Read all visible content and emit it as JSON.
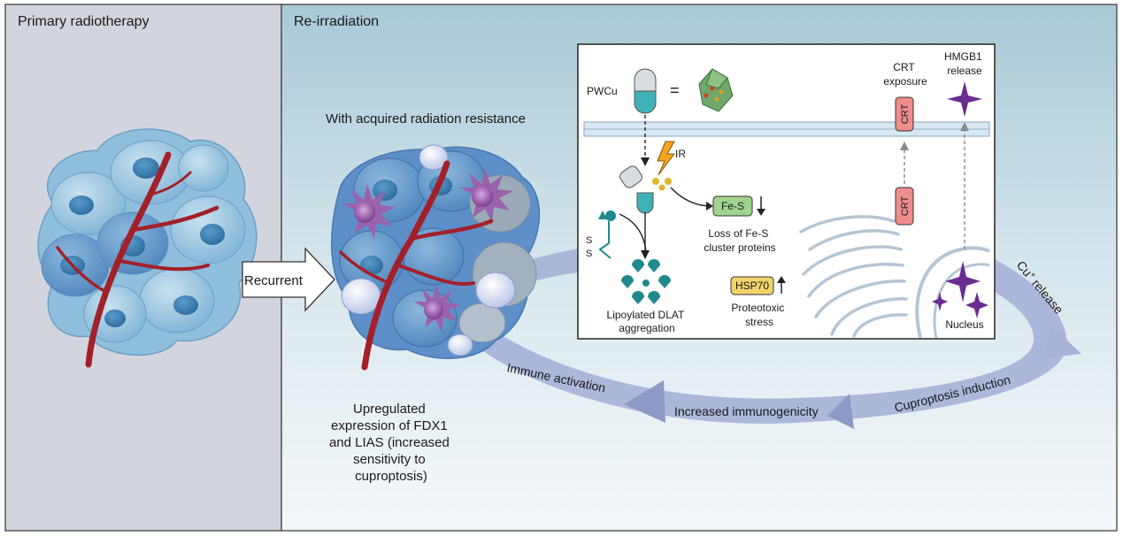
{
  "panels": {
    "left_title": "Primary radiotherapy",
    "right_title": "Re-irradiation"
  },
  "arrow_label": "Recurrent",
  "resistance_label": "With acquired radiation resistance",
  "upregulated_text": [
    "Upregulated",
    "expression of FDX1",
    "and LIAS (increased",
    "sensitivity to",
    "cuproptosis)"
  ],
  "inset": {
    "pwcu_label": "PWCu",
    "equals": "=",
    "ir_label": "IR",
    "fes_box": "Fe-S",
    "fes_caption": [
      "Loss of Fe-S",
      "cluster proteins"
    ],
    "hsp70_box": "HSP70",
    "hsp70_caption": [
      "Proteotoxic",
      "stress"
    ],
    "dlat_caption": [
      "Lipoylated DLAT",
      "aggregation"
    ],
    "s_top": "S",
    "s_bottom": "S",
    "crt_exposure": [
      "CRT",
      "exposure"
    ],
    "hmgb1_release": [
      "HMGB1",
      "release"
    ],
    "crt_label": "CRT",
    "nucleus_label": "Nucleus"
  },
  "cycle": {
    "cu_release": "Cu",
    "cu_superscript": "+",
    "cu_release_suffix": " release",
    "cuproptosis_induction": "Cuproptosis induction",
    "increased_immunogenicity": "Increased immunogenicity",
    "immune_activation": "Immune activation"
  },
  "colors": {
    "left_panel": "#d3d5de",
    "right_panel_top": "#a9c9d6",
    "right_panel_bottom": "#f3f7f8",
    "cell_light": "#a9cfe3",
    "cell_mid": "#6ea7cf",
    "nucleus": "#3a7fb2",
    "vessel": "#a3202a",
    "immune_purple": "#7b3e8f",
    "cycle_arrow": "#a9b3d8",
    "capsule_teal": "#3fb2b8",
    "fes_box": "#9fd38f",
    "hsp70_box": "#f2d36b",
    "crt_box": "#ef8d8d",
    "star_purple": "#6a2c91",
    "lightning": "#f2a41c"
  }
}
